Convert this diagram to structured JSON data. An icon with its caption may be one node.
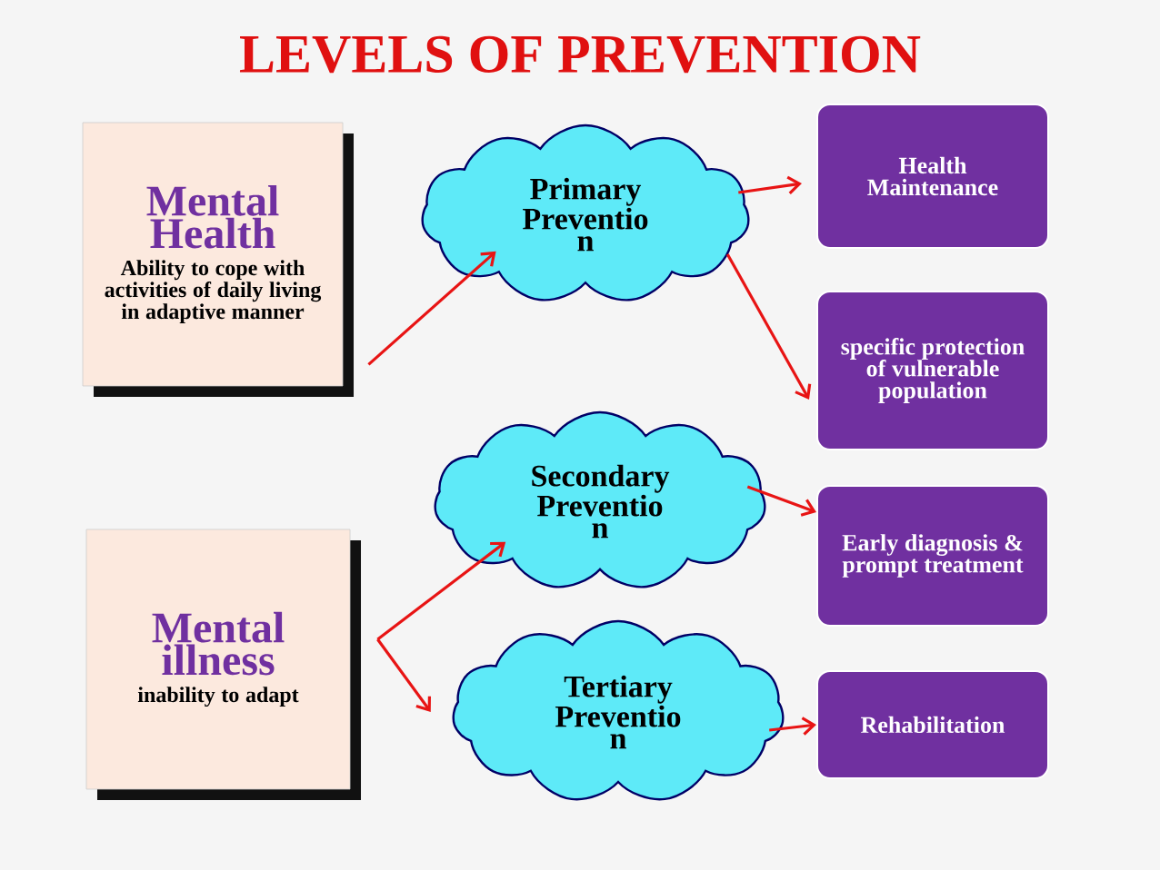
{
  "diagram": {
    "title": "LEVELS OF PREVENTION",
    "nodes": [
      {
        "text": [
          "Mental Health",
          "Ability to cope with activities of daily living in adaptive manner"
        ]
      },
      {
        "text": [
          "Primary Preventio n"
        ]
      },
      {
        "text": [
          "Health Maintenance"
        ]
      },
      {
        "text": [
          "specific protection of vulnerable population"
        ]
      },
      {
        "text": [
          "Mental illness",
          "inability to adapt"
        ]
      },
      {
        "text": [
          "Secondary Preventio n"
        ]
      },
      {
        "text": [
          "Early diagnosis & prompt treatment"
        ]
      },
      {
        "text": [
          "Tertiary Preventio n"
        ]
      },
      {
        "text": [
          "Rehabilitation"
        ]
      }
    ],
    "edges": [
      {
        "from": 0,
        "to": 1,
        "arrow": "to"
      },
      {
        "from": 1,
        "to": 2,
        "arrow": "to"
      },
      {
        "from": 1,
        "to": 3,
        "arrow": "to"
      },
      {
        "from": 4,
        "to": 5,
        "arrow": "to"
      },
      {
        "from": 4,
        "to": 7,
        "arrow": "to"
      },
      {
        "from": 5,
        "to": 6,
        "arrow": "to"
      },
      {
        "from": 7,
        "to": 8,
        "arrow": "to"
      }
    ]
  }
}
